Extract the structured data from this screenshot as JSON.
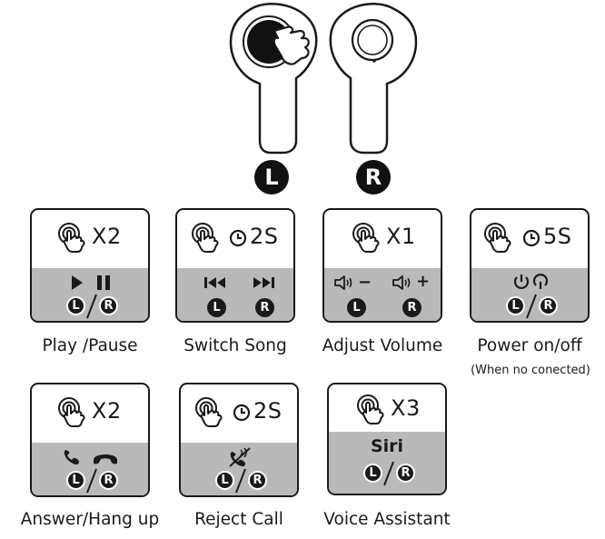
{
  "earbuds": {
    "left_label": "L",
    "right_label": "R"
  },
  "cards": [
    {
      "count": "X2",
      "caption": "Play /Pause",
      "l": "L",
      "r": "R"
    },
    {
      "count": "2S",
      "caption": "Switch Song",
      "l": "L",
      "r": "R"
    },
    {
      "count": "X1",
      "caption": "Adjust Volume",
      "l": "L",
      "r": "R",
      "vol_down": "−",
      "vol_up": "+"
    },
    {
      "count": "5S",
      "caption": "Power on/off",
      "note": "(When no conected)",
      "l": "L",
      "r": "R"
    },
    {
      "count": "X2",
      "caption": "Answer/Hang up",
      "l": "L",
      "r": "R"
    },
    {
      "count": "2S",
      "caption": "Reject Call",
      "l": "L",
      "r": "R"
    },
    {
      "count": "X3",
      "caption": "Voice Assistant",
      "siri": "Siri",
      "l": "L",
      "r": "R"
    }
  ]
}
